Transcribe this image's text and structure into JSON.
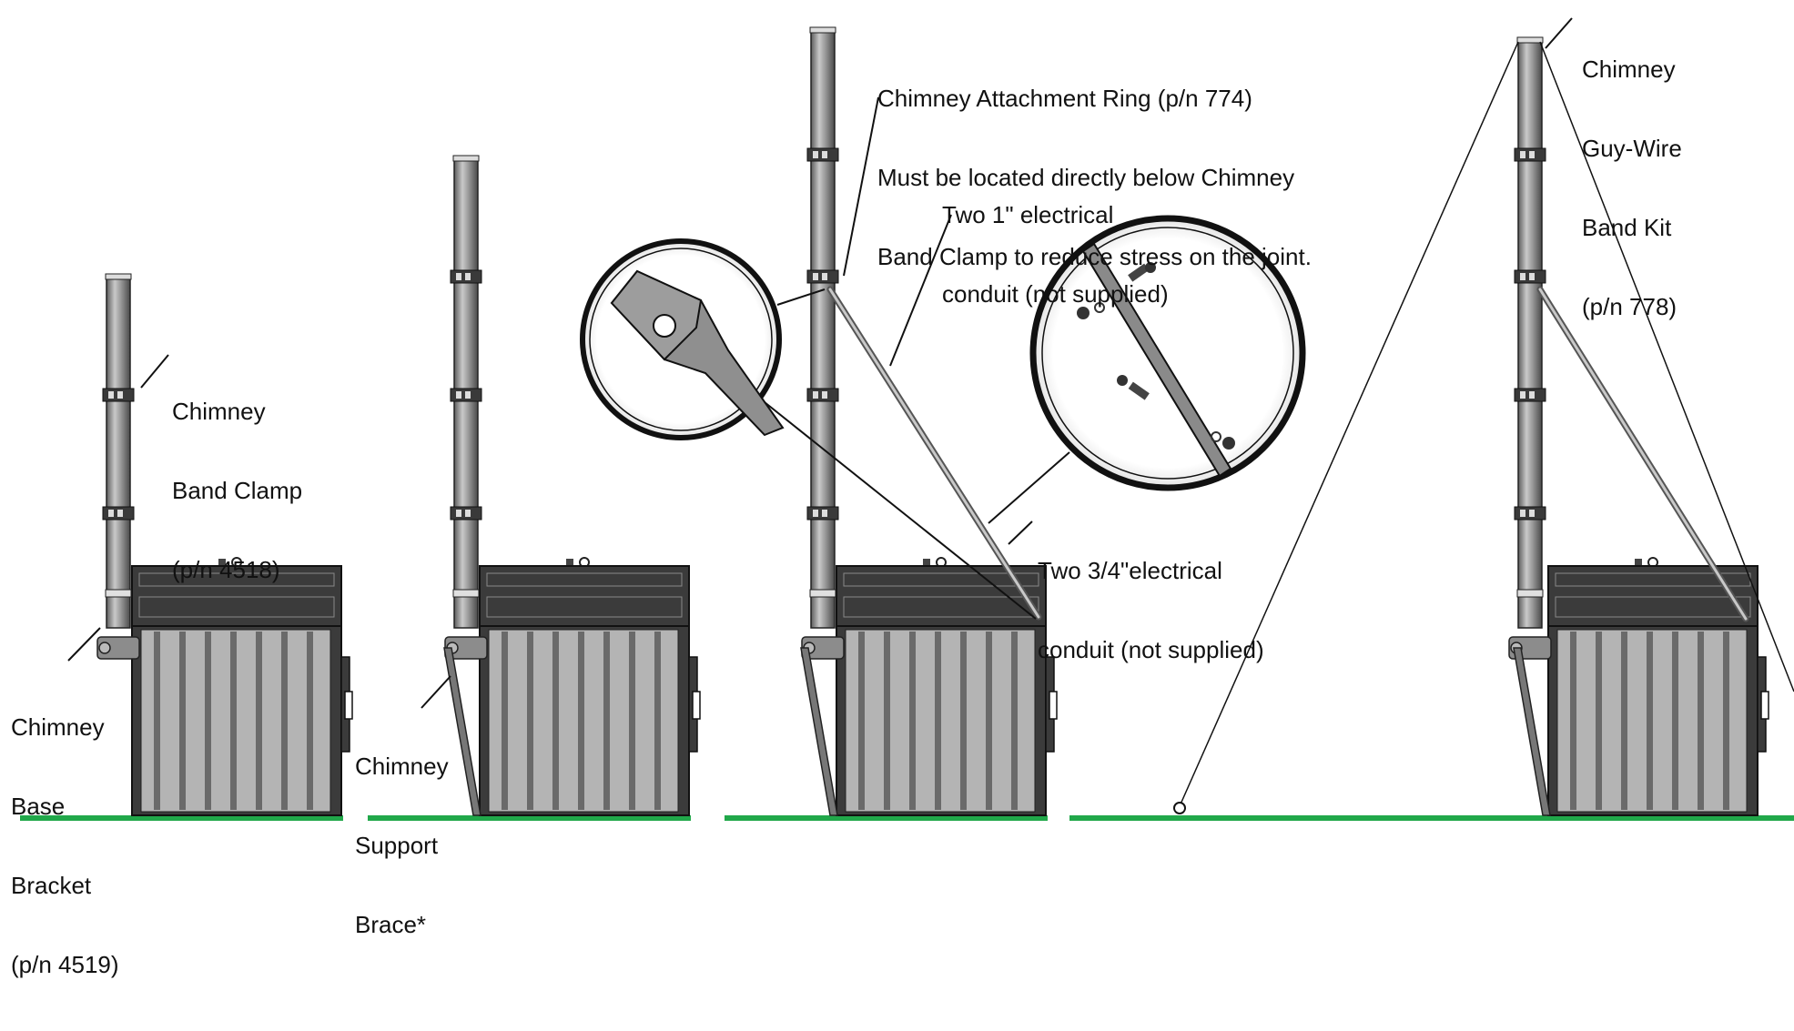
{
  "labels": {
    "band_clamp": [
      "Chimney",
      "Band Clamp",
      "(p/n 4518)"
    ],
    "base_bracket": [
      "Chimney",
      "Base",
      "Bracket",
      "(p/n 4519)"
    ],
    "support_brace": [
      "Chimney",
      "Support",
      "Brace*"
    ],
    "attachment_ring": [
      "Chimney Attachment Ring (p/n 774)",
      "Must be located directly below Chimney",
      "Band Clamp to reduce stress on the joint."
    ],
    "conduit_1in": [
      "Two 1\" electrical",
      "conduit (not supplied)"
    ],
    "conduit_3_4in": [
      "Two 3/4\"electrical",
      "conduit (not supplied)"
    ],
    "guy_wire_kit": [
      "Chimney",
      "Guy-Wire",
      "Band Kit",
      "(p/n 778)"
    ]
  },
  "colors": {
    "ground": "#21a84a",
    "stove_dark": "#3b3b3b",
    "stove_panel": "#b4b4b4",
    "pipe": "#8a8a8a",
    "line": "#111111"
  }
}
